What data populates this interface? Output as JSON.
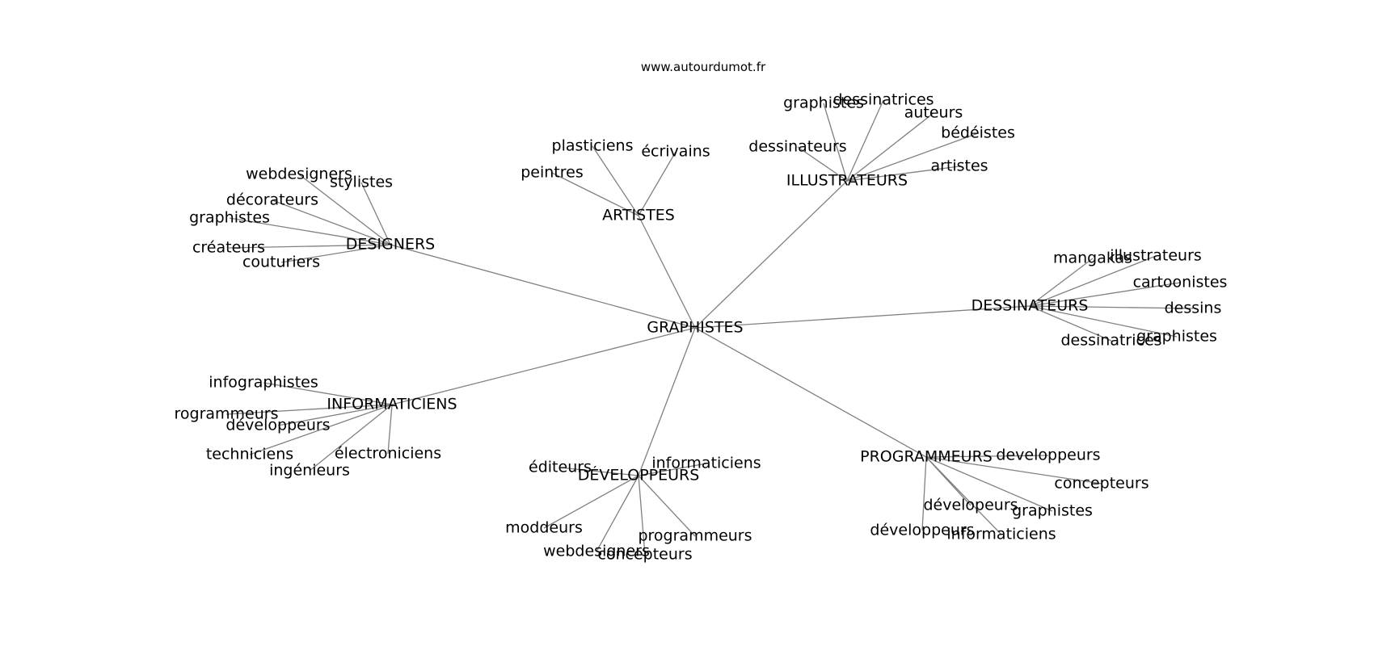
{
  "source": "www.autourdumot.fr",
  "root": "GRAPHISTES",
  "clusters": [
    {
      "name": "DESIGNERS",
      "leaves": [
        "webdesigners",
        "stylistes",
        "décorateurs",
        "graphistes",
        "créateurs",
        "couturiers"
      ]
    },
    {
      "name": "ARTISTES",
      "leaves": [
        "plasticiens",
        "écrivains",
        "peintres"
      ]
    },
    {
      "name": "ILLUSTRATEURS",
      "leaves": [
        "graphistes",
        "dessinatrices",
        "auteurs",
        "bédéistes",
        "dessinateurs",
        "artistes"
      ]
    },
    {
      "name": "DESSINATEURS",
      "leaves": [
        "mangakas",
        "illustrateurs",
        "cartoonistes",
        "dessins",
        "graphistes",
        "dessinatrices"
      ]
    },
    {
      "name": "INFORMATICIENS",
      "leaves": [
        "infographistes",
        "rogrammeurs",
        "développeurs",
        "techniciens",
        "électroniciens",
        "ingénieurs"
      ]
    },
    {
      "name": "DÉVELOPPEURS",
      "leaves": [
        "éditeurs",
        "informaticiens",
        "moddeurs",
        "programmeurs",
        "webdesigners",
        "concepteurs"
      ]
    },
    {
      "name": "PROGRAMMEURS",
      "leaves": [
        "developpeurs",
        "concepteurs",
        "dévelopeurs",
        "graphistes",
        "développeurs",
        "informaticiens"
      ]
    }
  ]
}
